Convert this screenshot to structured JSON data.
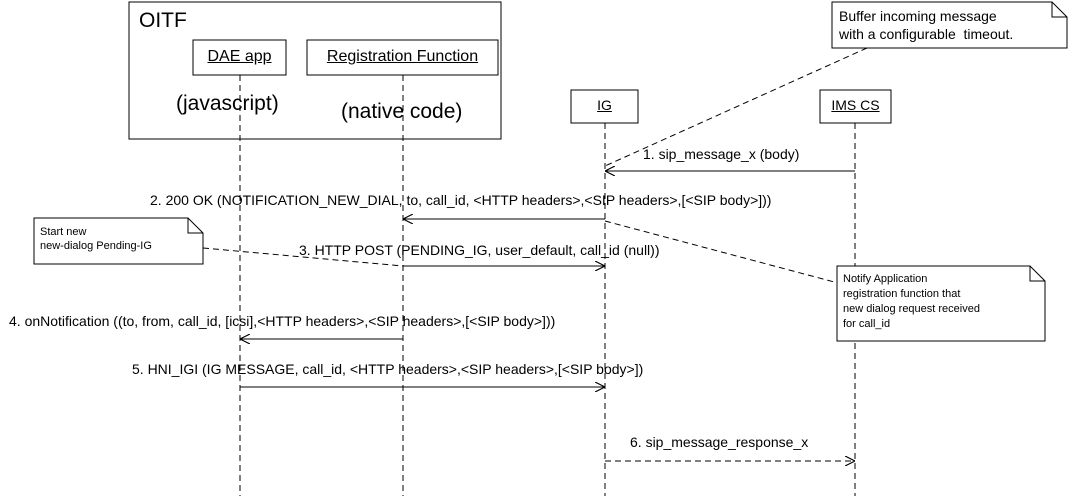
{
  "container": {
    "title": "OITF"
  },
  "participants": [
    {
      "id": "dae",
      "name": "DAE app",
      "subtitle": "(javascript)"
    },
    {
      "id": "reg",
      "name": "Registration Function",
      "subtitle": "(native code)"
    },
    {
      "id": "ig",
      "name": "IG"
    },
    {
      "id": "ims",
      "name": "IMS CS"
    }
  ],
  "messages": [
    {
      "label": "1. sip_message_x (body)",
      "from": "ims",
      "to": "ig",
      "style": "solid"
    },
    {
      "label": "2. 200 OK (NOTIFICATION_NEW_DIAL, to, call_id, <HTTP headers>,<SIP headers>,[<SIP body>]))",
      "from": "ig",
      "to": "reg",
      "style": "solid"
    },
    {
      "label": "3. HTTP POST (PENDING_IG, user_default, call_id (null))",
      "from": "reg",
      "to": "ig",
      "style": "solid"
    },
    {
      "label": "4. onNotification ((to, from, call_id, [icsi],<HTTP headers>,<SIP headers>,[<SIP body>]))",
      "from": "reg",
      "to": "dae",
      "style": "solid"
    },
    {
      "label": "5. HNI_IGI (IG MESSAGE, call_id, <HTTP headers>,<SIP headers>,[<SIP body>])",
      "from": "dae",
      "to": "ig",
      "style": "solid"
    },
    {
      "label": "6. sip_message_response_x",
      "from": "ig",
      "to": "ims",
      "style": "dashed"
    }
  ],
  "notes": [
    {
      "id": "buffer",
      "lines": [
        "Buffer incoming message",
        "with a configurable  timeout."
      ]
    },
    {
      "id": "start",
      "lines": [
        "Start new",
        "new-dialog Pending-IG"
      ]
    },
    {
      "id": "notify",
      "lines": [
        "Notify Application",
        "registration function that",
        "new dialog request received",
        "for call_id"
      ]
    }
  ]
}
